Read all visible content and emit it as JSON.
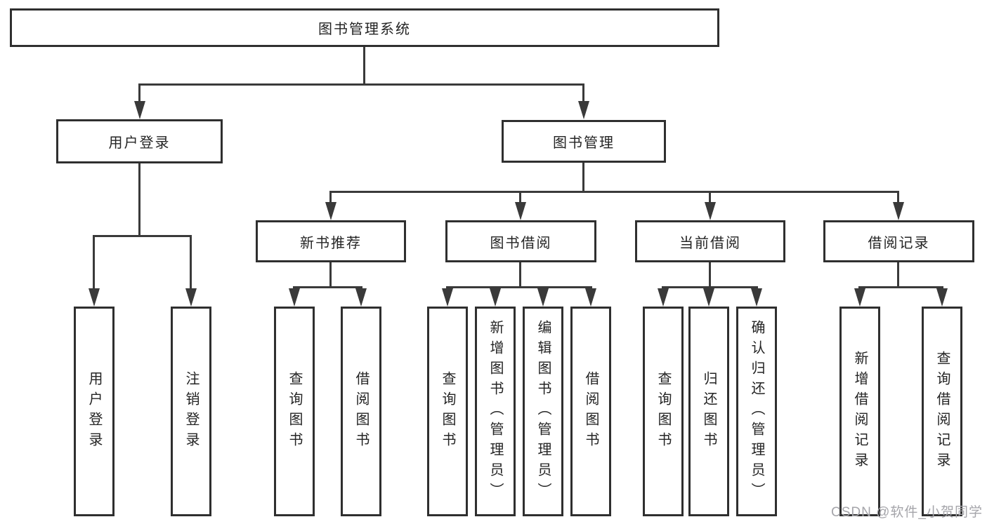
{
  "diagram": {
    "root": {
      "label": "图书管理系统"
    },
    "level2": [
      {
        "label": "用户登录"
      },
      {
        "label": "图书管理"
      }
    ],
    "level3": [
      {
        "label": "新书推荐"
      },
      {
        "label": "图书借阅"
      },
      {
        "label": "当前借阅"
      },
      {
        "label": "借阅记录"
      }
    ],
    "leaves": {
      "user_login": [
        {
          "label": "用户登录"
        },
        {
          "label": "注销登录"
        }
      ],
      "new_book_recommend": [
        {
          "label": "查询图书"
        },
        {
          "label": "借阅图书"
        }
      ],
      "book_borrow": [
        {
          "label": "查询图书"
        },
        {
          "label": "新增图书（管理员）"
        },
        {
          "label": "编辑图书（管理员）"
        },
        {
          "label": "借阅图书"
        }
      ],
      "current_borrow": [
        {
          "label": "查询图书"
        },
        {
          "label": "归还图书"
        },
        {
          "label": "确认归还（管理员）"
        }
      ],
      "borrow_records": [
        {
          "label": "新增借阅记录"
        },
        {
          "label": "查询借阅记录"
        }
      ]
    },
    "watermark": "CSDN @软件_小贺同学",
    "colors": {
      "line": "#3a3a3a",
      "border": "#2f2f2f",
      "text": "#242424",
      "watermark": "#a5a5aa",
      "background": "#ffffff"
    }
  }
}
